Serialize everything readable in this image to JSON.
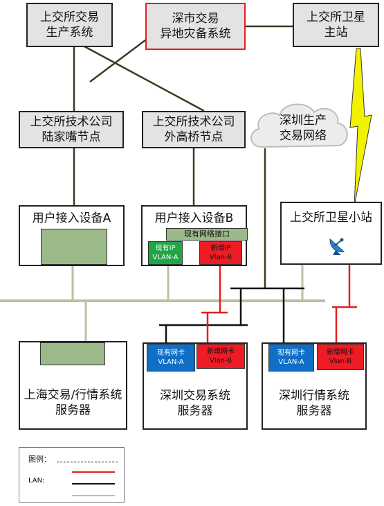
{
  "nodes": {
    "sse_production": [
      "上交所交易",
      "生产系统"
    ],
    "szse_dr": [
      "深市交易",
      "异地灾备系统"
    ],
    "sse_sat_main": [
      "上交所卫星",
      "主站"
    ],
    "sse_tech_ljz": [
      "上交所技术公司",
      "陆家嘴节点"
    ],
    "sse_tech_wgq": [
      "上交所技术公司",
      "外高桥节点"
    ],
    "sz_cloud": [
      "深圳生产",
      "交易网络"
    ],
    "access_a": "用户接入设备A",
    "access_b": "用户接入设备B",
    "access_b_iface": "现有网络接口",
    "access_b_ip_old": [
      "现有IP",
      "VLAN-A"
    ],
    "access_b_ip_new": [
      "新增IP",
      "Vlan-B"
    ],
    "sse_sat_small": "上交所卫星小站",
    "sh_server": [
      "上海交易/行情系统",
      "服务器"
    ],
    "sz_trade_server": [
      "深圳交易系统",
      "服务器"
    ],
    "sz_trade_nic_old": [
      "现有网卡",
      "VLAN-A"
    ],
    "sz_trade_nic_new": [
      "新增网卡",
      "Vlan-B"
    ],
    "sz_quote_server": [
      "深圳行情系统",
      "服务器"
    ],
    "sz_quote_nic_old": [
      "现有网卡",
      "VLAN-A"
    ],
    "sz_quote_nic_new": [
      "新增网卡",
      "Vlan-B"
    ]
  },
  "legend": {
    "title": "图例：",
    "lan_label": "LAN:"
  },
  "colors": {
    "border": "#222222",
    "box_fill": "#e3e3e3",
    "dr_border": "#e02020",
    "line_dark": "#3a3a22",
    "line_light": "#b5c3a2",
    "line_red": "#e02020",
    "line_black": "#111111",
    "nic_green": "#21a446",
    "nic_red": "#ee1c24",
    "nic_blue": "#0f6fc6",
    "inner_green": "#9cb98a",
    "lightning": "#f2f200"
  }
}
